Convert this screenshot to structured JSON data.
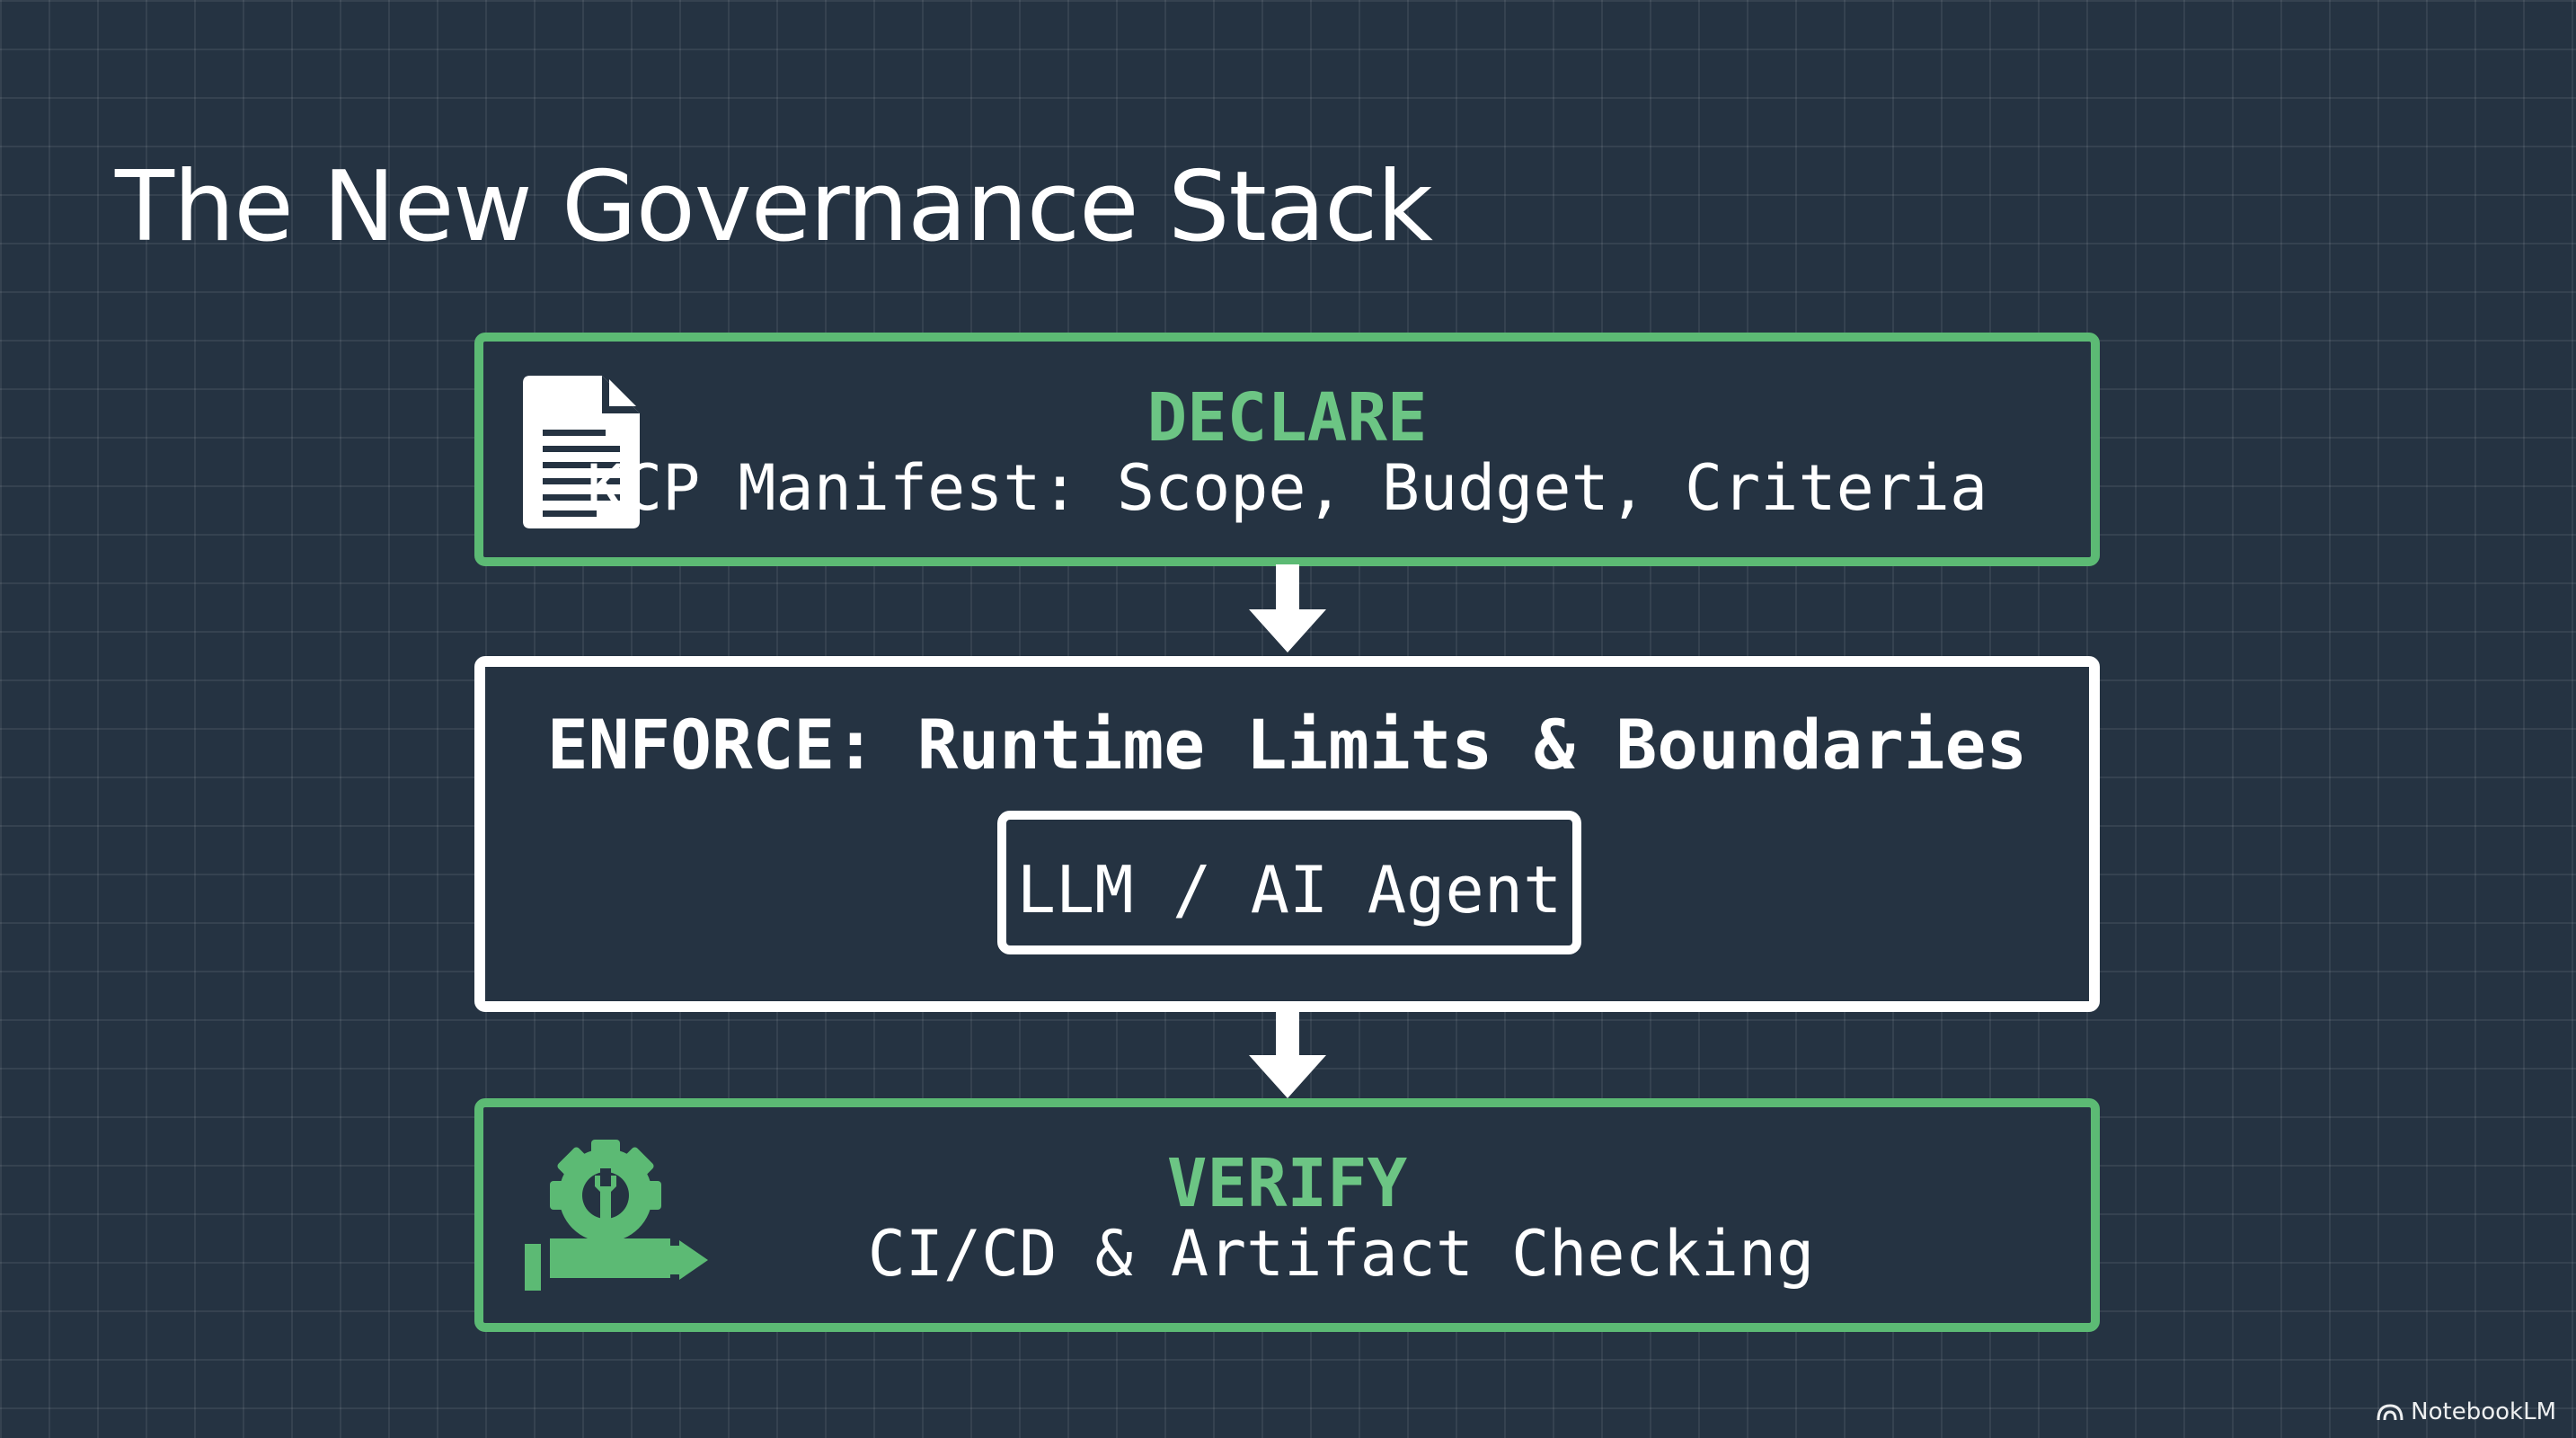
{
  "title": "The New Governance Stack",
  "colors": {
    "background": "#253342",
    "accent_green": "#5cba74",
    "white": "#ffffff"
  },
  "declare": {
    "title": "DECLARE",
    "subtitle": "KCP Manifest: Scope, Budget, Criteria",
    "icon": "document-icon"
  },
  "enforce": {
    "title": "ENFORCE: Runtime Limits & Boundaries",
    "inner_label": "LLM / AI Agent"
  },
  "verify": {
    "title": "VERIFY",
    "subtitle": "CI/CD & Artifact Checking",
    "icon": "gear-wrench-icon"
  },
  "brand": {
    "label": "NotebookLM",
    "icon": "notebooklm-logo-icon"
  }
}
